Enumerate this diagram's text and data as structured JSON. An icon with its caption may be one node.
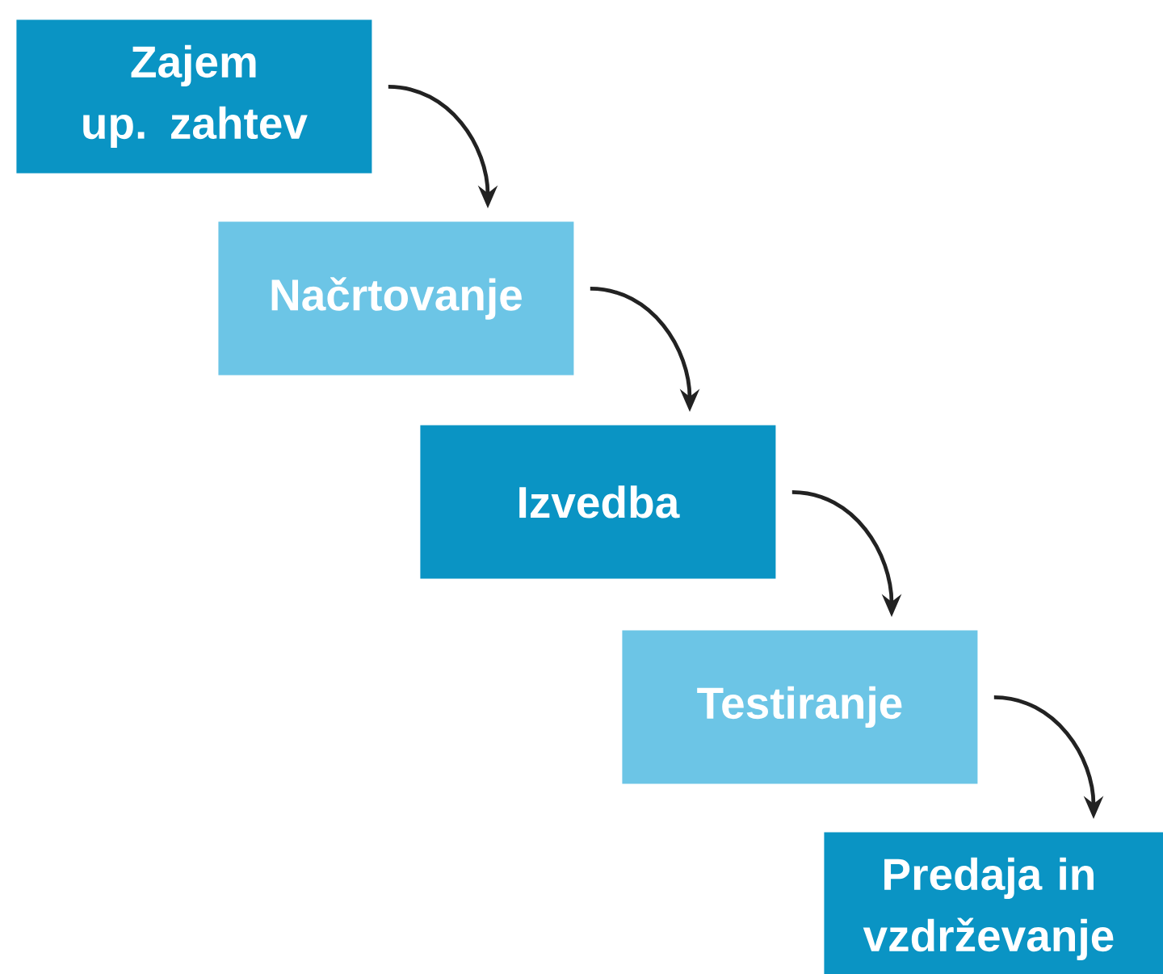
{
  "diagram": {
    "nodes": [
      {
        "text": [
          "Zajem up. zahtev"
        ]
      },
      {
        "text": [
          "Načrtovanje"
        ]
      },
      {
        "text": [
          "Izvedba"
        ]
      },
      {
        "text": [
          "Testiranje"
        ]
      },
      {
        "text": [
          "Predaja in vzdrževanje"
        ]
      }
    ],
    "edges": [
      {
        "from": 0,
        "to": 1,
        "arrow": "to"
      },
      {
        "from": 1,
        "to": 2,
        "arrow": "to"
      },
      {
        "from": 2,
        "to": 3,
        "arrow": "to"
      },
      {
        "from": 3,
        "to": 4,
        "arrow": "to"
      }
    ]
  }
}
